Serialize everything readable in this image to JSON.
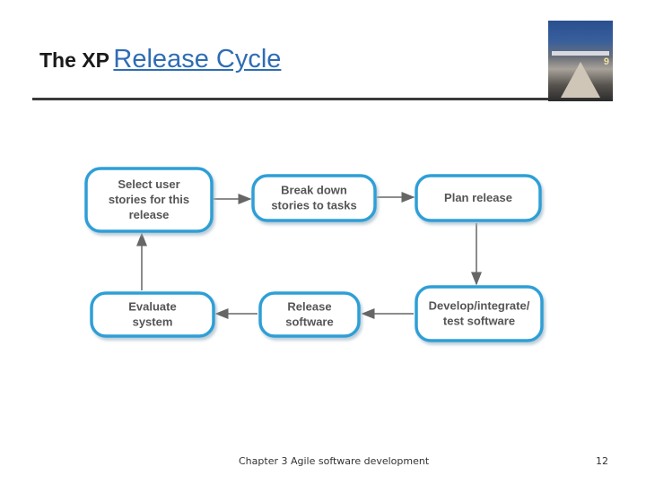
{
  "slide": {
    "title_part1": "The XP",
    "title_part2": "Release Cycle"
  },
  "diagram": {
    "nodes": [
      {
        "id": "select",
        "lines": [
          "Select user",
          "stories for this",
          "release"
        ]
      },
      {
        "id": "breakdown",
        "lines": [
          "Break down",
          "stories to tasks"
        ]
      },
      {
        "id": "plan",
        "lines": [
          "Plan release"
        ]
      },
      {
        "id": "develop",
        "lines": [
          "Develop/integrate/",
          "test software"
        ]
      },
      {
        "id": "release",
        "lines": [
          "Release",
          "software"
        ]
      },
      {
        "id": "evaluate",
        "lines": [
          "Evaluate",
          "system"
        ]
      }
    ],
    "edges": [
      {
        "from": "select",
        "to": "breakdown"
      },
      {
        "from": "breakdown",
        "to": "plan"
      },
      {
        "from": "plan",
        "to": "develop"
      },
      {
        "from": "develop",
        "to": "release"
      },
      {
        "from": "release",
        "to": "evaluate"
      },
      {
        "from": "evaluate",
        "to": "select"
      }
    ]
  },
  "footer": {
    "caption": "Chapter 3 Agile software development",
    "page_number": "12"
  },
  "colors": {
    "node_border": "#2f9fd6",
    "node_fill": "#ffffff",
    "arrow": "#666666",
    "title_accent": "#2e6db4"
  }
}
